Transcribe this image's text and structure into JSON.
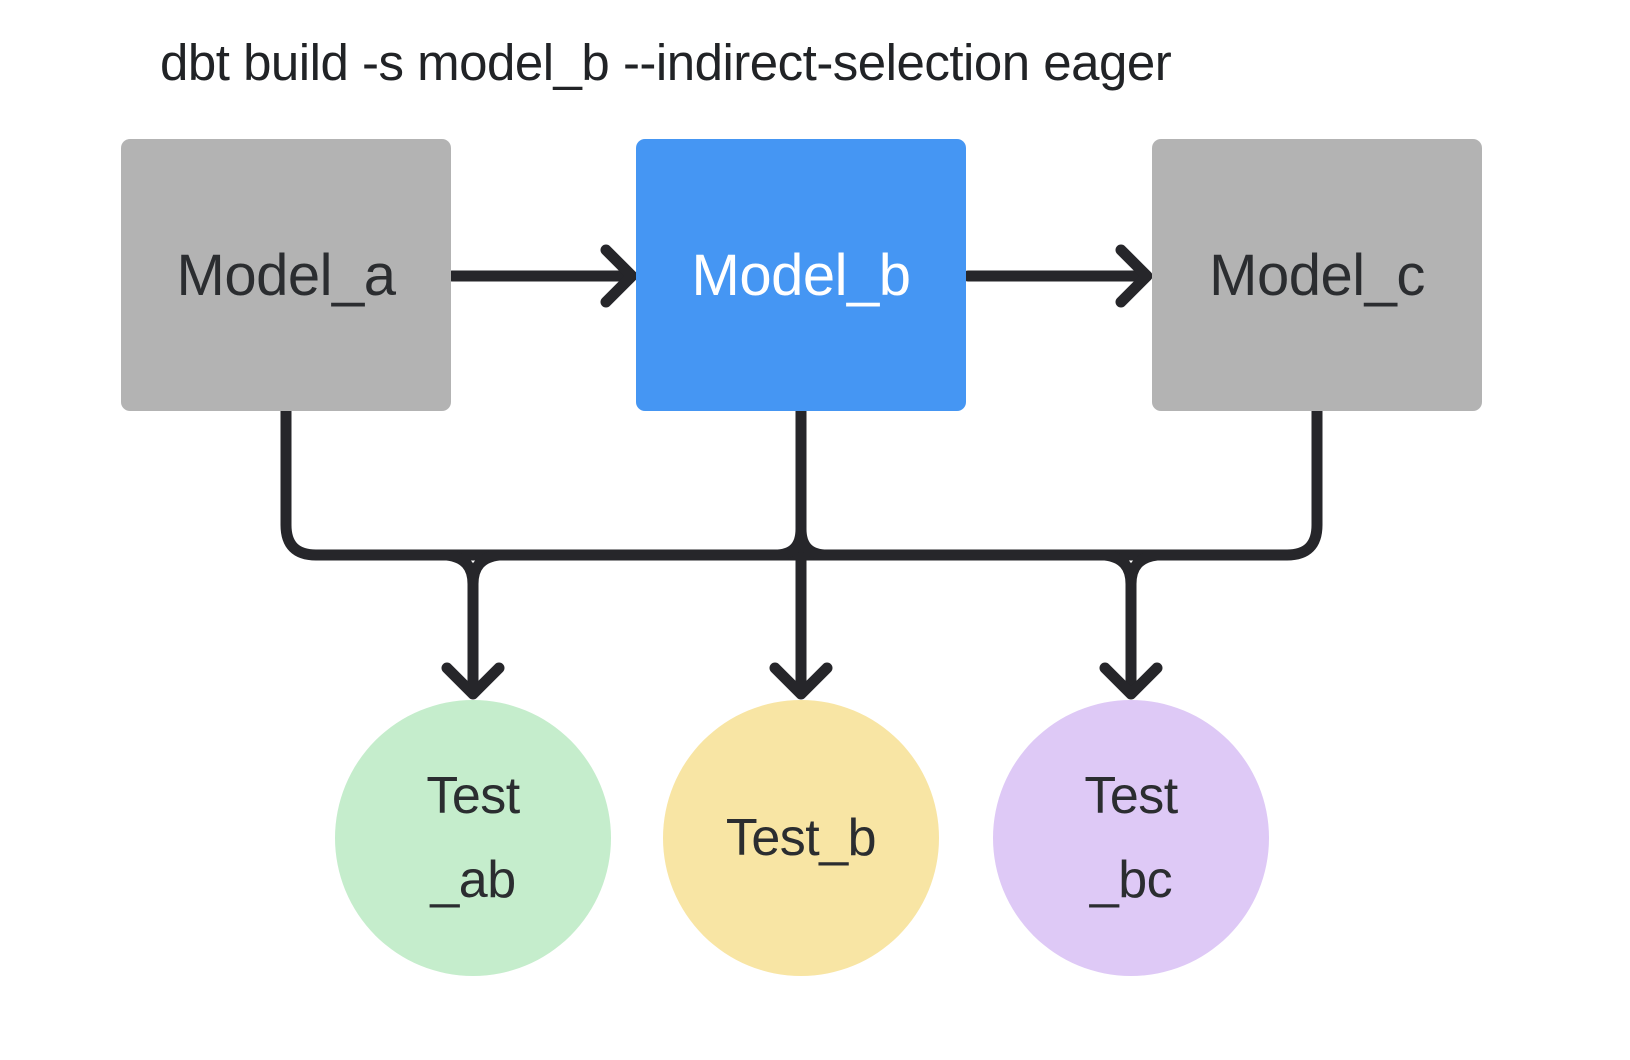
{
  "title": "dbt build -s model_b --indirect-selection eager",
  "nodes": {
    "model_a": {
      "label": "Model_a",
      "type": "model",
      "selected": false
    },
    "model_b": {
      "label": "Model_b",
      "type": "model",
      "selected": true
    },
    "model_c": {
      "label": "Model_c",
      "type": "model",
      "selected": false
    },
    "test_ab": {
      "lines": [
        "Test",
        "_ab"
      ],
      "type": "test"
    },
    "test_b": {
      "lines": [
        "Test_b"
      ],
      "type": "test"
    },
    "test_bc": {
      "lines": [
        "Test",
        "_bc"
      ],
      "type": "test"
    }
  },
  "edges": [
    {
      "from": "model_a",
      "to": "model_b"
    },
    {
      "from": "model_b",
      "to": "model_c"
    },
    {
      "from": "model_a",
      "to": "test_ab"
    },
    {
      "from": "model_b",
      "to": "test_ab"
    },
    {
      "from": "model_b",
      "to": "test_b"
    },
    {
      "from": "model_b",
      "to": "test_bc"
    },
    {
      "from": "model_c",
      "to": "test_bc"
    }
  ],
  "colors": {
    "bg_color": "#ffffff",
    "title_color": "#212326",
    "line_color": "#26262a",
    "model_default_color": "#b3b3b3",
    "model_selected_color": "#4596f3",
    "selected_text_color": "#ffffff",
    "node_text_color": "#2b2d30",
    "test_ab_color": "#c5edcc",
    "test_b_color": "#f8e5a4",
    "test_bc_color": "#dec9f6"
  }
}
